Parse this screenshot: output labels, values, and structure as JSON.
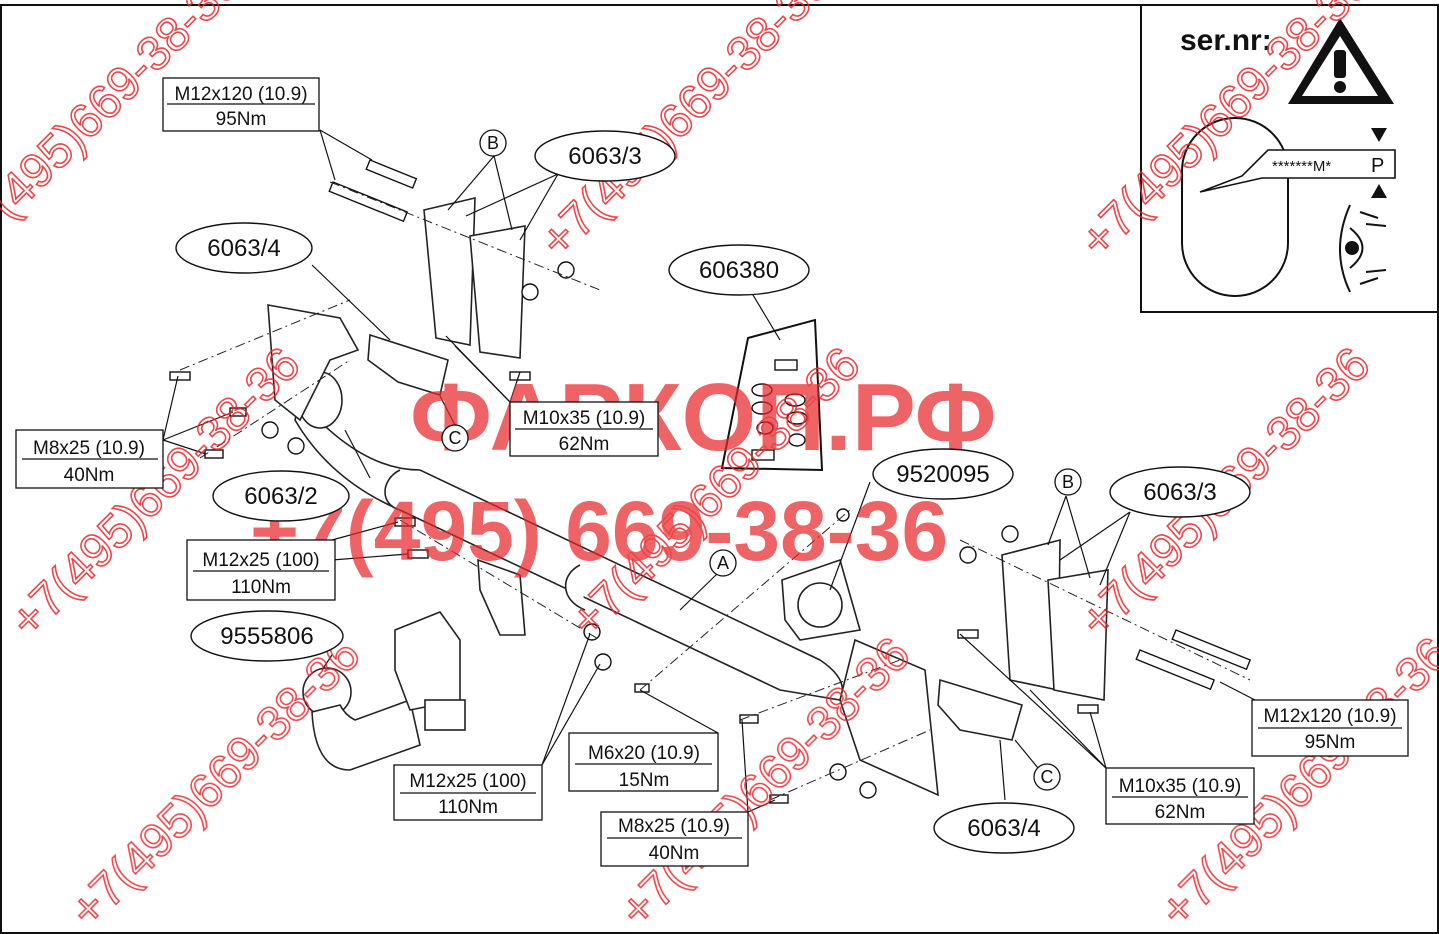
{
  "diagram": {
    "serial_label": "ser.nr:",
    "plate_code_text": "*******M*",
    "plate_position_letter": "P",
    "parts": {
      "bracket_left": "6063/4",
      "crossbar": "6063/2",
      "side_bracket_top": "6063/3",
      "side_bracket_right": "6063/3",
      "bracket_right": "6063/4",
      "wiring_bag": "606380",
      "socket_plate": "9520095",
      "tow_ball": "9555806"
    },
    "letters": {
      "a": "A",
      "b_top": "B",
      "b_right": "B",
      "c_left": "C",
      "c_right": "C"
    },
    "torque_boxes": [
      {
        "bolt": "M12x120 (10.9)",
        "torque": "95Nm"
      },
      {
        "bolt": "M8x25 (10.9)",
        "torque": "40Nm"
      },
      {
        "bolt": "M10x35 (10.9)",
        "torque": "62Nm"
      },
      {
        "bolt": "M12x25 (100)",
        "torque": "110Nm"
      },
      {
        "bolt": "M12x25 (100)",
        "torque": "110Nm"
      },
      {
        "bolt": "M6x20 (10.9)",
        "torque": "15Nm"
      },
      {
        "bolt": "M8x25 (10.9)",
        "torque": "40Nm"
      },
      {
        "bolt": "M10x35 (10.9)",
        "torque": "62Nm"
      },
      {
        "bolt": "M12x120 (10.9)",
        "torque": "95Nm"
      }
    ]
  },
  "watermark": {
    "brand": "ФАРКОП.РФ",
    "phone": "+7(495)669-38-36",
    "phone_spaced": "+7(495) 669-38-36",
    "color": "#e8262a"
  }
}
